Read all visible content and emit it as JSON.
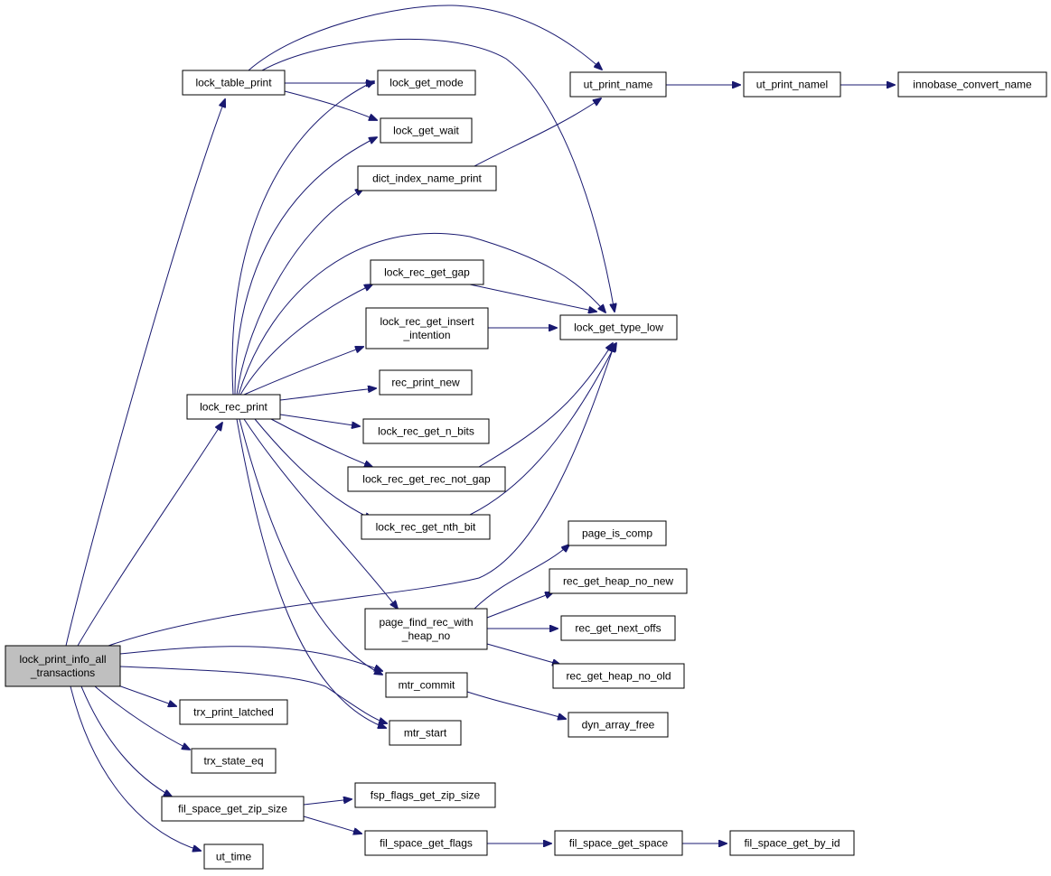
{
  "colors": {
    "edge": "#191970",
    "root_fill": "#bfbfbf",
    "node_fill": "#ffffff",
    "node_border": "#000000"
  },
  "nodes": [
    {
      "id": "lock_print_info_all_transactions",
      "label": [
        "lock_print_info_all",
        "_transactions"
      ],
      "root": true
    },
    {
      "id": "lock_table_print",
      "label": [
        "lock_table_print"
      ]
    },
    {
      "id": "lock_rec_print",
      "label": [
        "lock_rec_print"
      ]
    },
    {
      "id": "trx_print_latched",
      "label": [
        "trx_print_latched"
      ]
    },
    {
      "id": "trx_state_eq",
      "label": [
        "trx_state_eq"
      ]
    },
    {
      "id": "fil_space_get_zip_size",
      "label": [
        "fil_space_get_zip_size"
      ]
    },
    {
      "id": "ut_time",
      "label": [
        "ut_time"
      ]
    },
    {
      "id": "lock_get_mode",
      "label": [
        "lock_get_mode"
      ]
    },
    {
      "id": "lock_get_wait",
      "label": [
        "lock_get_wait"
      ]
    },
    {
      "id": "dict_index_name_print",
      "label": [
        "dict_index_name_print"
      ]
    },
    {
      "id": "lock_rec_get_gap",
      "label": [
        "lock_rec_get_gap"
      ]
    },
    {
      "id": "lock_rec_get_insert_intention",
      "label": [
        "lock_rec_get_insert",
        "_intention"
      ]
    },
    {
      "id": "rec_print_new",
      "label": [
        "rec_print_new"
      ]
    },
    {
      "id": "lock_rec_get_n_bits",
      "label": [
        "lock_rec_get_n_bits"
      ]
    },
    {
      "id": "lock_rec_get_rec_not_gap",
      "label": [
        "lock_rec_get_rec_not_gap"
      ]
    },
    {
      "id": "lock_rec_get_nth_bit",
      "label": [
        "lock_rec_get_nth_bit"
      ]
    },
    {
      "id": "page_find_rec_with_heap_no",
      "label": [
        "page_find_rec_with",
        "_heap_no"
      ]
    },
    {
      "id": "mtr_commit",
      "label": [
        "mtr_commit"
      ]
    },
    {
      "id": "mtr_start",
      "label": [
        "mtr_start"
      ]
    },
    {
      "id": "fsp_flags_get_zip_size",
      "label": [
        "fsp_flags_get_zip_size"
      ]
    },
    {
      "id": "fil_space_get_flags",
      "label": [
        "fil_space_get_flags"
      ]
    },
    {
      "id": "ut_print_name",
      "label": [
        "ut_print_name"
      ]
    },
    {
      "id": "lock_get_type_low",
      "label": [
        "lock_get_type_low"
      ]
    },
    {
      "id": "page_is_comp",
      "label": [
        "page_is_comp"
      ]
    },
    {
      "id": "rec_get_heap_no_new",
      "label": [
        "rec_get_heap_no_new"
      ]
    },
    {
      "id": "rec_get_next_offs",
      "label": [
        "rec_get_next_offs"
      ]
    },
    {
      "id": "rec_get_heap_no_old",
      "label": [
        "rec_get_heap_no_old"
      ]
    },
    {
      "id": "dyn_array_free",
      "label": [
        "dyn_array_free"
      ]
    },
    {
      "id": "fil_space_get_space",
      "label": [
        "fil_space_get_space"
      ]
    },
    {
      "id": "ut_print_namel",
      "label": [
        "ut_print_namel"
      ]
    },
    {
      "id": "fil_space_get_by_id",
      "label": [
        "fil_space_get_by_id"
      ]
    },
    {
      "id": "innobase_convert_name",
      "label": [
        "innobase_convert_name"
      ]
    }
  ],
  "edges": [
    [
      "lock_print_info_all_transactions",
      "lock_table_print"
    ],
    [
      "lock_print_info_all_transactions",
      "lock_rec_print"
    ],
    [
      "lock_print_info_all_transactions",
      "lock_get_type_low"
    ],
    [
      "lock_print_info_all_transactions",
      "mtr_commit"
    ],
    [
      "lock_print_info_all_transactions",
      "mtr_start"
    ],
    [
      "lock_print_info_all_transactions",
      "trx_print_latched"
    ],
    [
      "lock_print_info_all_transactions",
      "trx_state_eq"
    ],
    [
      "lock_print_info_all_transactions",
      "fil_space_get_zip_size"
    ],
    [
      "lock_print_info_all_transactions",
      "ut_time"
    ],
    [
      "lock_table_print",
      "ut_print_name"
    ],
    [
      "lock_table_print",
      "lock_get_type_low"
    ],
    [
      "lock_table_print",
      "lock_get_mode"
    ],
    [
      "lock_table_print",
      "lock_get_wait"
    ],
    [
      "lock_rec_print",
      "lock_get_mode"
    ],
    [
      "lock_rec_print",
      "lock_get_wait"
    ],
    [
      "lock_rec_print",
      "dict_index_name_print"
    ],
    [
      "lock_rec_print",
      "lock_get_type_low"
    ],
    [
      "lock_rec_print",
      "lock_rec_get_gap"
    ],
    [
      "lock_rec_print",
      "lock_rec_get_insert_intention"
    ],
    [
      "lock_rec_print",
      "rec_print_new"
    ],
    [
      "lock_rec_print",
      "lock_rec_get_n_bits"
    ],
    [
      "lock_rec_print",
      "lock_rec_get_rec_not_gap"
    ],
    [
      "lock_rec_print",
      "lock_rec_get_nth_bit"
    ],
    [
      "lock_rec_print",
      "page_find_rec_with_heap_no"
    ],
    [
      "lock_rec_print",
      "mtr_commit"
    ],
    [
      "lock_rec_print",
      "mtr_start"
    ],
    [
      "dict_index_name_print",
      "ut_print_name"
    ],
    [
      "lock_rec_get_gap",
      "lock_get_type_low"
    ],
    [
      "lock_rec_get_insert_intention",
      "lock_get_type_low"
    ],
    [
      "lock_rec_get_rec_not_gap",
      "lock_get_type_low"
    ],
    [
      "lock_rec_get_nth_bit",
      "lock_get_type_low"
    ],
    [
      "page_find_rec_with_heap_no",
      "page_is_comp"
    ],
    [
      "page_find_rec_with_heap_no",
      "rec_get_heap_no_new"
    ],
    [
      "page_find_rec_with_heap_no",
      "rec_get_next_offs"
    ],
    [
      "page_find_rec_with_heap_no",
      "rec_get_heap_no_old"
    ],
    [
      "mtr_commit",
      "dyn_array_free"
    ],
    [
      "fil_space_get_zip_size",
      "fsp_flags_get_zip_size"
    ],
    [
      "fil_space_get_zip_size",
      "fil_space_get_flags"
    ],
    [
      "fil_space_get_flags",
      "fil_space_get_space"
    ],
    [
      "fil_space_get_space",
      "fil_space_get_by_id"
    ],
    [
      "ut_print_name",
      "ut_print_namel"
    ],
    [
      "ut_print_namel",
      "innobase_convert_name"
    ]
  ]
}
